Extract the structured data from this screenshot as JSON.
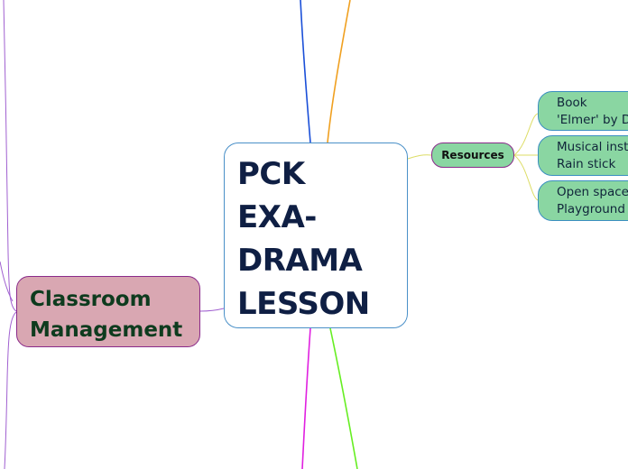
{
  "central": {
    "title": "PCK\nEXA-\nDRAMA\nLESSON"
  },
  "classroom_management": {
    "label": "Classroom\nManagement"
  },
  "resources": {
    "label": "Resources",
    "items": [
      {
        "text": "Book\n'Elmer' by Da"
      },
      {
        "text": "Musical inst\nRain stick"
      },
      {
        "text": "Open space-\nPlayground"
      }
    ]
  },
  "colors": {
    "branch_blue": "#1a4fd8",
    "branch_orange": "#f0a020",
    "branch_magenta": "#e020e0",
    "branch_green": "#66ee22",
    "branch_purple": "#a060d0",
    "branch_yellow": "#dddd66",
    "leaf_fill": "#8ad6a2",
    "classroom_fill": "#d9a7b2"
  }
}
